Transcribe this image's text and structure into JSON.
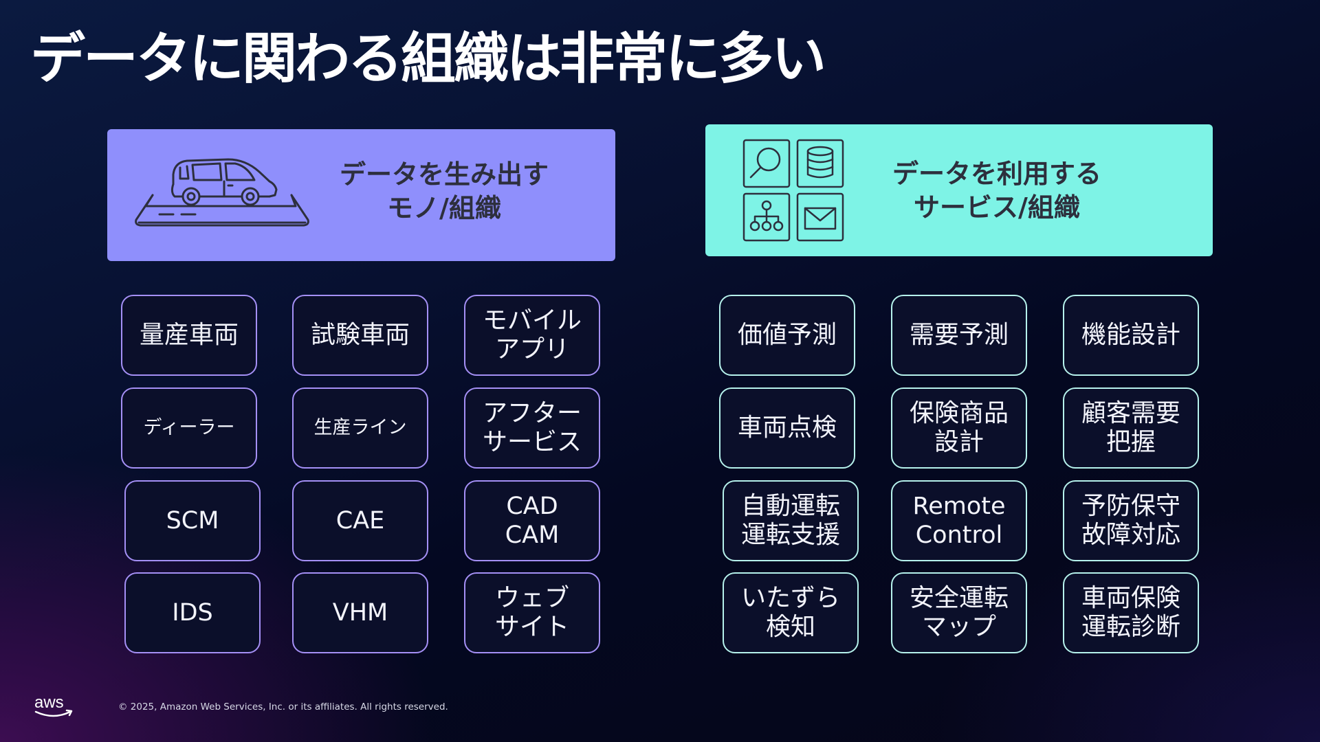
{
  "slide": {
    "title": "データに関わる組織は非常に多い",
    "left_header": {
      "line1": "データを生み出す",
      "line2": "モノ/組織",
      "color": "#8f8ffc",
      "icon": "car-on-smartphone-icon"
    },
    "right_header": {
      "line1": "データを利用する",
      "line2": "サービス/組織",
      "color": "#7ef3e6",
      "icons": [
        "search-icon",
        "database-icon",
        "org-chart-icon",
        "mail-icon"
      ]
    },
    "left_tiles": [
      "量産車両",
      "試験車両",
      "モバイル\nアプリ",
      "ディーラー",
      "生産ライン",
      "アフター\nサービス",
      "SCM",
      "CAE",
      "CAD\nCAM",
      "IDS",
      "VHM",
      "ウェブ\nサイト"
    ],
    "right_tiles": [
      "価値予測",
      "需要予測",
      "機能設計",
      "車両点検",
      "保険商品\n設計",
      "顧客需要\n把握",
      "自動運転\n運転支援",
      "Remote\nControl",
      "予防保守\n故障対応",
      "いたずら\n検知",
      "安全運転\nマップ",
      "車両保険\n運転診断"
    ],
    "footer": {
      "logo": "aws",
      "copyright": "© 2025, Amazon Web Services, Inc. or its affiliates. All rights reserved."
    }
  }
}
